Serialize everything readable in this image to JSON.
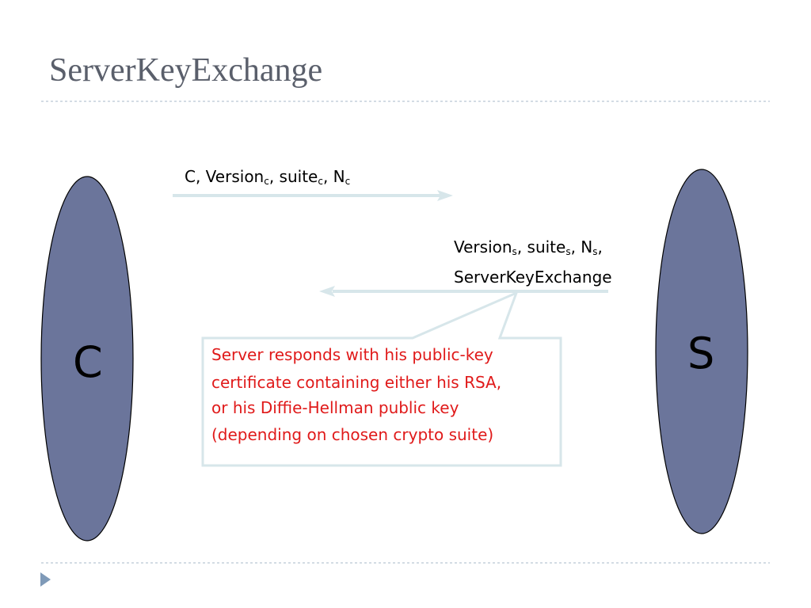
{
  "slide": {
    "title": "ServerKeyExchange"
  },
  "parties": {
    "client": {
      "label": "C"
    },
    "server": {
      "label": "S"
    }
  },
  "messages": {
    "client_hello": {
      "p1": "C, Version",
      "sub1": "c",
      "p2": ", suite",
      "sub2": "c",
      "p3": ", N",
      "sub3": "c"
    },
    "server_hello": {
      "p1": "Version",
      "sub1": "s",
      "p2": ", suite",
      "sub2": "s",
      "p3": ", N",
      "sub3": "s",
      "p4": ",",
      "line2": "ServerKeyExchange"
    }
  },
  "callout": {
    "lines": [
      "Server responds with his public-key",
      "certificate containing either his RSA,",
      "or his Diffie-Hellman public key",
      "(depending on chosen crypto suite)"
    ]
  },
  "colors": {
    "ellipse_fill": "#6b759b",
    "arrow": "#d7e6ea",
    "callout_text": "#e01a1a",
    "title": "#5a5f6b",
    "divider": "#b9c8d3",
    "bullet": "#7f9ab8"
  },
  "icons": {
    "footer_bullet": "triangle-right-icon"
  }
}
